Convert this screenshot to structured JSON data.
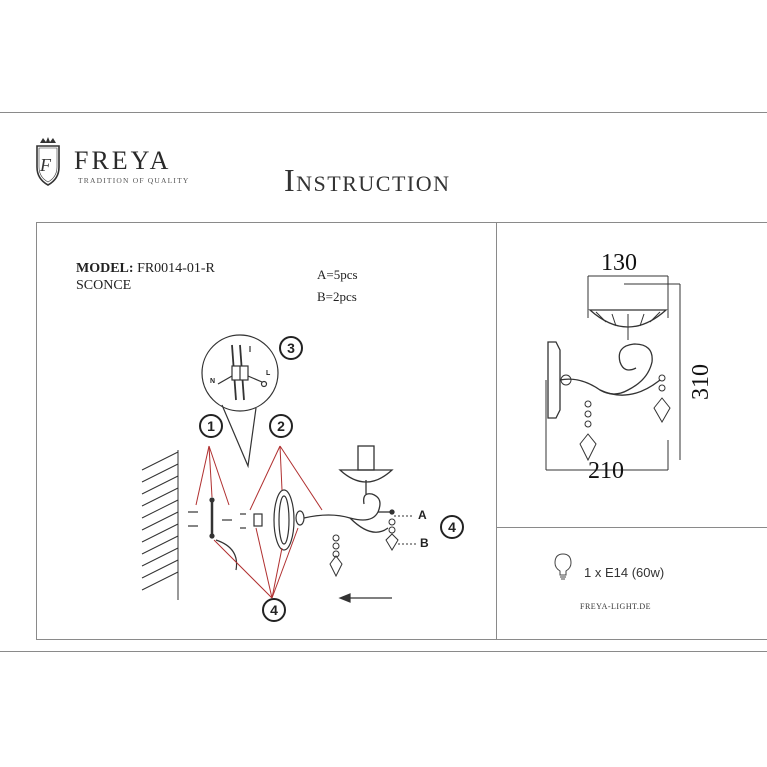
{
  "header": {
    "brand_name": "FREYA",
    "brand_tagline": "TRADITION OF QUALITY",
    "logo_letter": "F",
    "title": "Instruction"
  },
  "product": {
    "model_label": "MODEL:",
    "model_number": "FR0014-01-R",
    "type": "SCONCE",
    "part_a": "A=5pcs",
    "part_b": "B=2pcs"
  },
  "steps": {
    "step1": "1",
    "step2": "2",
    "step3": "3",
    "step4_main": "4",
    "step4_side": "4",
    "label_a": "A",
    "label_b": "B",
    "wire_n": "N",
    "wire_l": "L"
  },
  "dimensions": {
    "width_top": "130",
    "height": "310",
    "width_bottom": "210"
  },
  "spec": {
    "bulb": "1 x E14 (60w)",
    "website": "FREYA-LIGHT.DE"
  },
  "colors": {
    "leader_red": "#b03030",
    "line": "#333333",
    "frame": "#8a8a8a"
  }
}
